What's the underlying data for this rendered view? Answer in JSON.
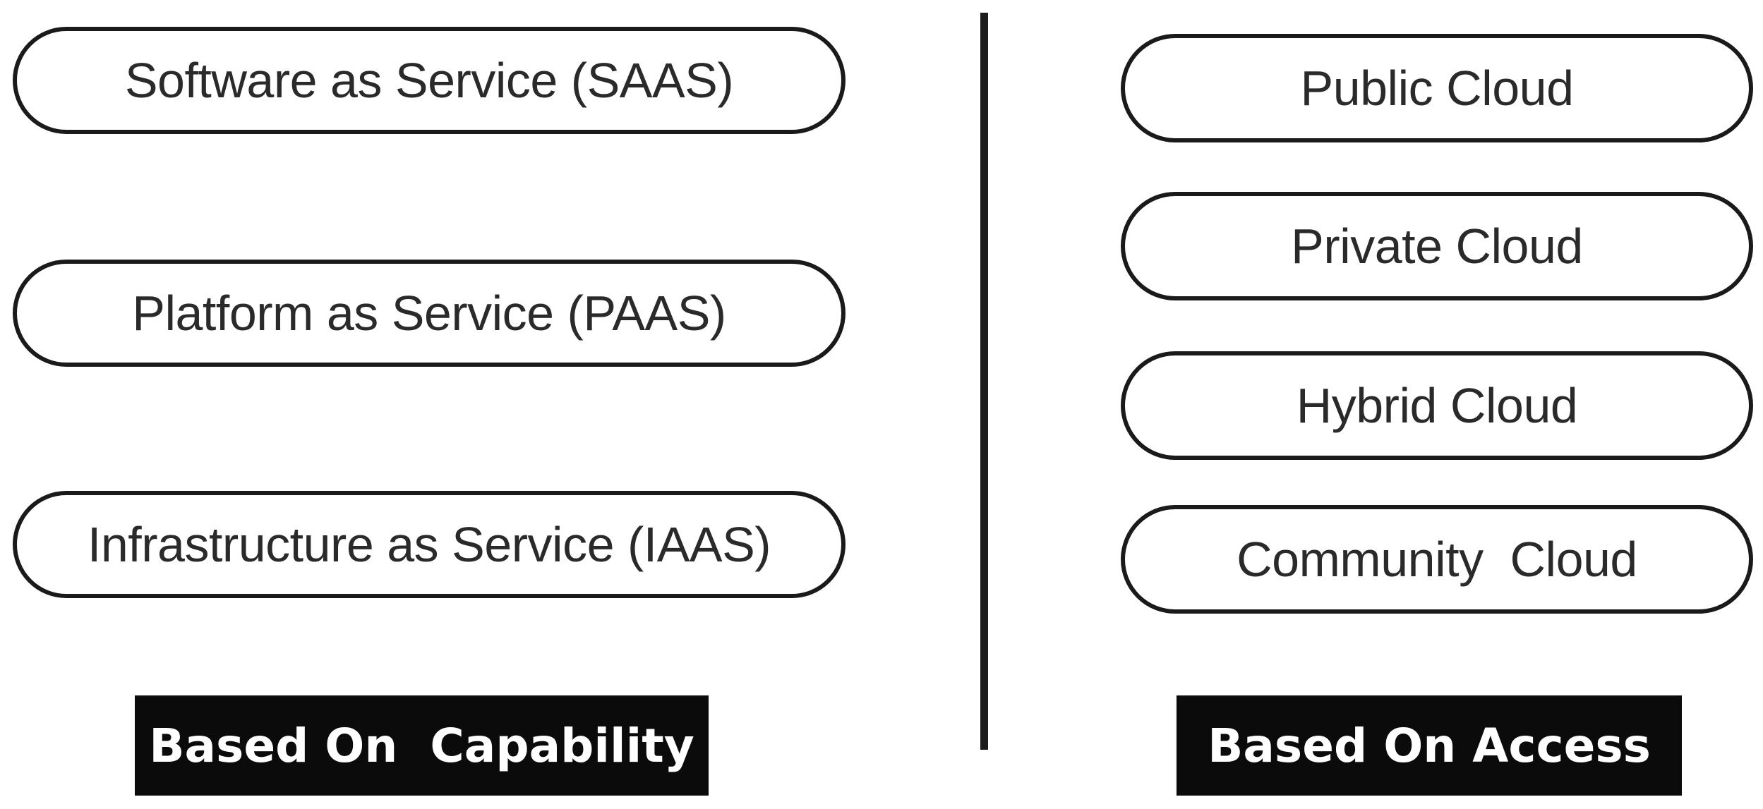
{
  "capability": {
    "items": [
      {
        "label": "Software as Service (SAAS)"
      },
      {
        "label": "Platform as Service (PAAS)"
      },
      {
        "label": "Infrastructure as Service (IAAS)"
      }
    ],
    "caption": "Based On  Capability"
  },
  "access": {
    "items": [
      {
        "label": "Public Cloud"
      },
      {
        "label": "Private Cloud"
      },
      {
        "label": "Hybrid Cloud"
      },
      {
        "label": "Community  Cloud"
      }
    ],
    "caption": "Based On Access"
  },
  "colors": {
    "outline": "#1a1a1a",
    "text": "#2a2a2a",
    "caption_bg": "#0b0b0b",
    "caption_text": "#ffffff"
  }
}
